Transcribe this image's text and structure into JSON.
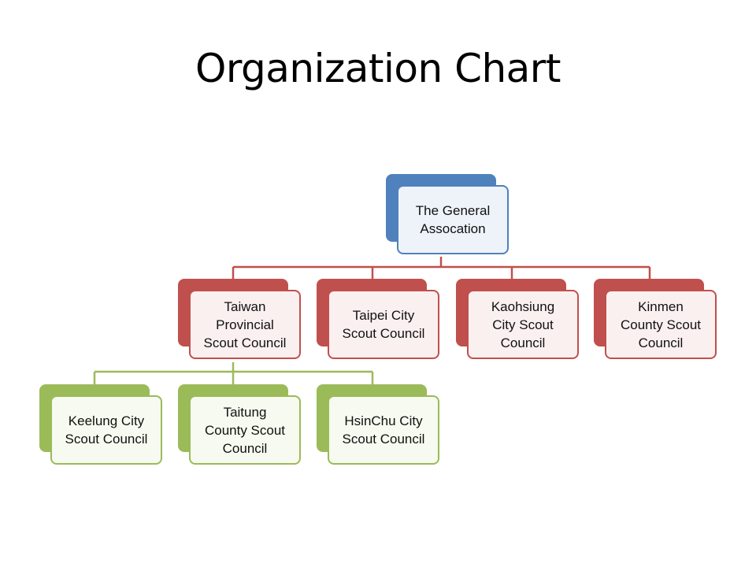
{
  "title": "Organization Chart",
  "colors": {
    "root": "#4f81bd",
    "councils": "#c0504d",
    "subcouncils": "#9bbb59"
  },
  "root": {
    "label": "The General\nAssocation"
  },
  "councils": [
    {
      "label": "Taiwan\nProvincial\nScout Council"
    },
    {
      "label": "Taipei City\nScout Council"
    },
    {
      "label": "Kaohsiung\nCity Scout\nCouncil"
    },
    {
      "label": "Kinmen\nCounty Scout\nCouncil"
    }
  ],
  "subcouncils": [
    {
      "label": "Keelung City\nScout Council"
    },
    {
      "label": "Taitung\nCounty Scout\nCouncil"
    },
    {
      "label": "HsinChu City\nScout Council"
    }
  ]
}
